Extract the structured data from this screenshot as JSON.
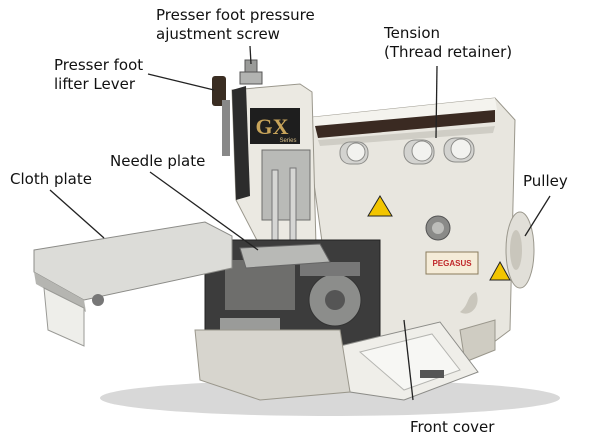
{
  "diagram": {
    "brand_text": "GX",
    "brand_sub": "Series",
    "maker_text": "PEGASUS",
    "labels": {
      "pressure_screw_line1": "Presser foot pressure",
      "pressure_screw_line2": "ajustment screw",
      "tension_line1": "Tension",
      "tension_line2": "(Thread retainer)",
      "lifter_line1": "Presser foot",
      "lifter_line2": "lifter Lever",
      "needle_plate": "Needle plate",
      "cloth_plate": "Cloth plate",
      "pulley": "Pulley",
      "front_cover": "Front cover"
    }
  },
  "colors": {
    "body": "#e8e6df",
    "body_shade": "#c9c6bc",
    "dark": "#2a2a2a",
    "metal": "#a9aaa8",
    "brand_gold": "#c8a45a",
    "warning": "#f2c500",
    "maker_red": "#c0282b"
  }
}
